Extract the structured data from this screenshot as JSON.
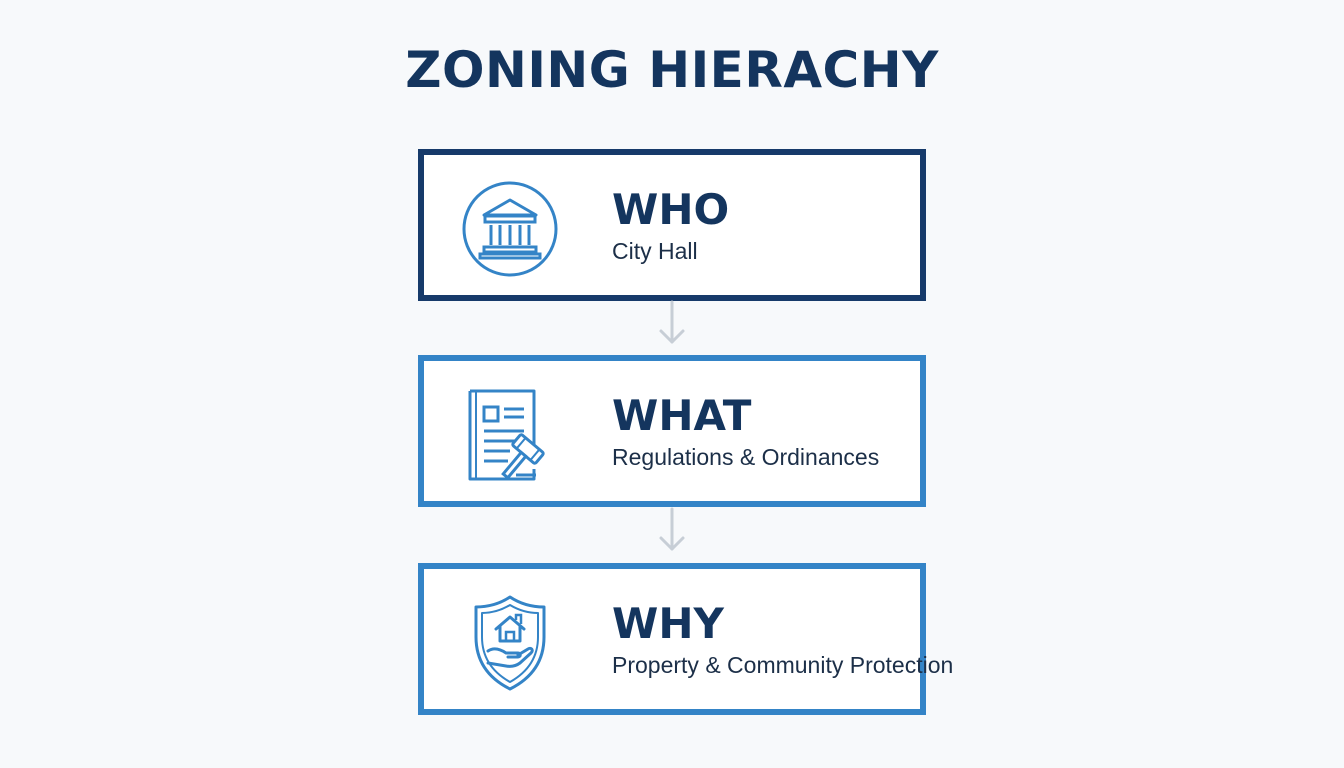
{
  "title": "ZONING HIERACHY",
  "colors": {
    "dark_navy": "#163a6a",
    "accent_blue": "#3484c7",
    "connector_gray": "#c7ced6",
    "background": "#f7f9fb"
  },
  "levels": [
    {
      "heading": "WHO",
      "subtitle": "City Hall",
      "icon": "city-hall-building-icon"
    },
    {
      "heading": "WHAT",
      "subtitle": "Regulations & Ordinances",
      "icon": "document-gavel-icon"
    },
    {
      "heading": "WHY",
      "subtitle": "Property & Community Protection",
      "icon": "shield-house-hand-icon"
    }
  ]
}
